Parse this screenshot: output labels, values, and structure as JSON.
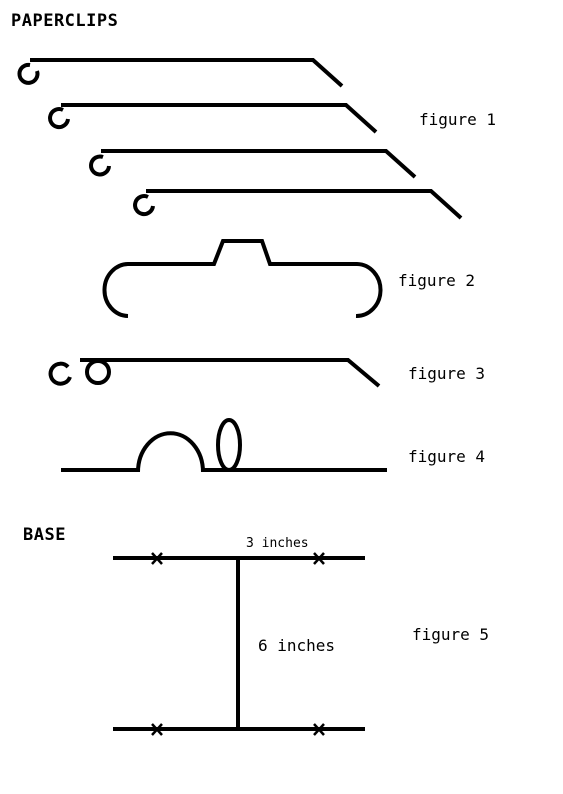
{
  "headings": {
    "paperclips": "PAPERCLIPS",
    "base": "BASE"
  },
  "figure_labels": {
    "figure1": "figure 1",
    "figure2": "figure 2",
    "figure3": "figure 3",
    "figure4": "figure 4",
    "figure5": "figure 5"
  },
  "dimensions": {
    "width": "3 inches",
    "height": "6 inches"
  },
  "colors": {
    "ink": "#000000",
    "background": "#ffffff"
  }
}
